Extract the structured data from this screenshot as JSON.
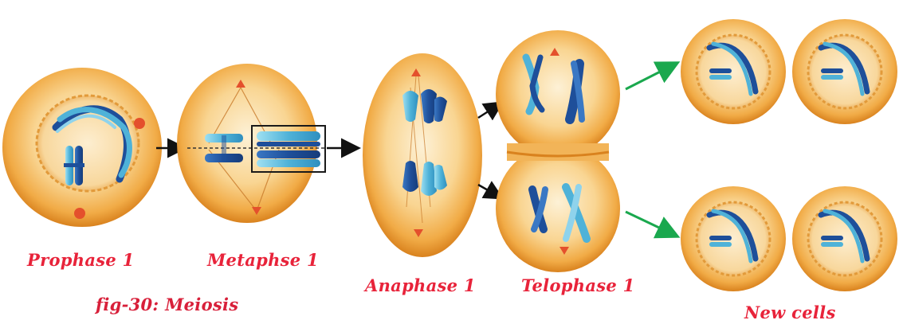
{
  "caption": "fig-30: Meiosis",
  "stages": [
    {
      "label": "Prophase 1"
    },
    {
      "label": "Metaphse 1"
    },
    {
      "label": "Anaphase 1"
    },
    {
      "label": "Telophase 1"
    },
    {
      "label": "New cells"
    }
  ],
  "colors": {
    "cell_fill": "#f4b352",
    "cell_rim": "#e39327",
    "cell_inner": "#fbe3b2",
    "chromosome_dark": "#1e4f9a",
    "chromosome_light": "#4fb2d8",
    "centriole": "#e4502c",
    "black_arrow": "#111111",
    "green_arrow": "#1aa84e",
    "label_red": "#e8233a"
  }
}
